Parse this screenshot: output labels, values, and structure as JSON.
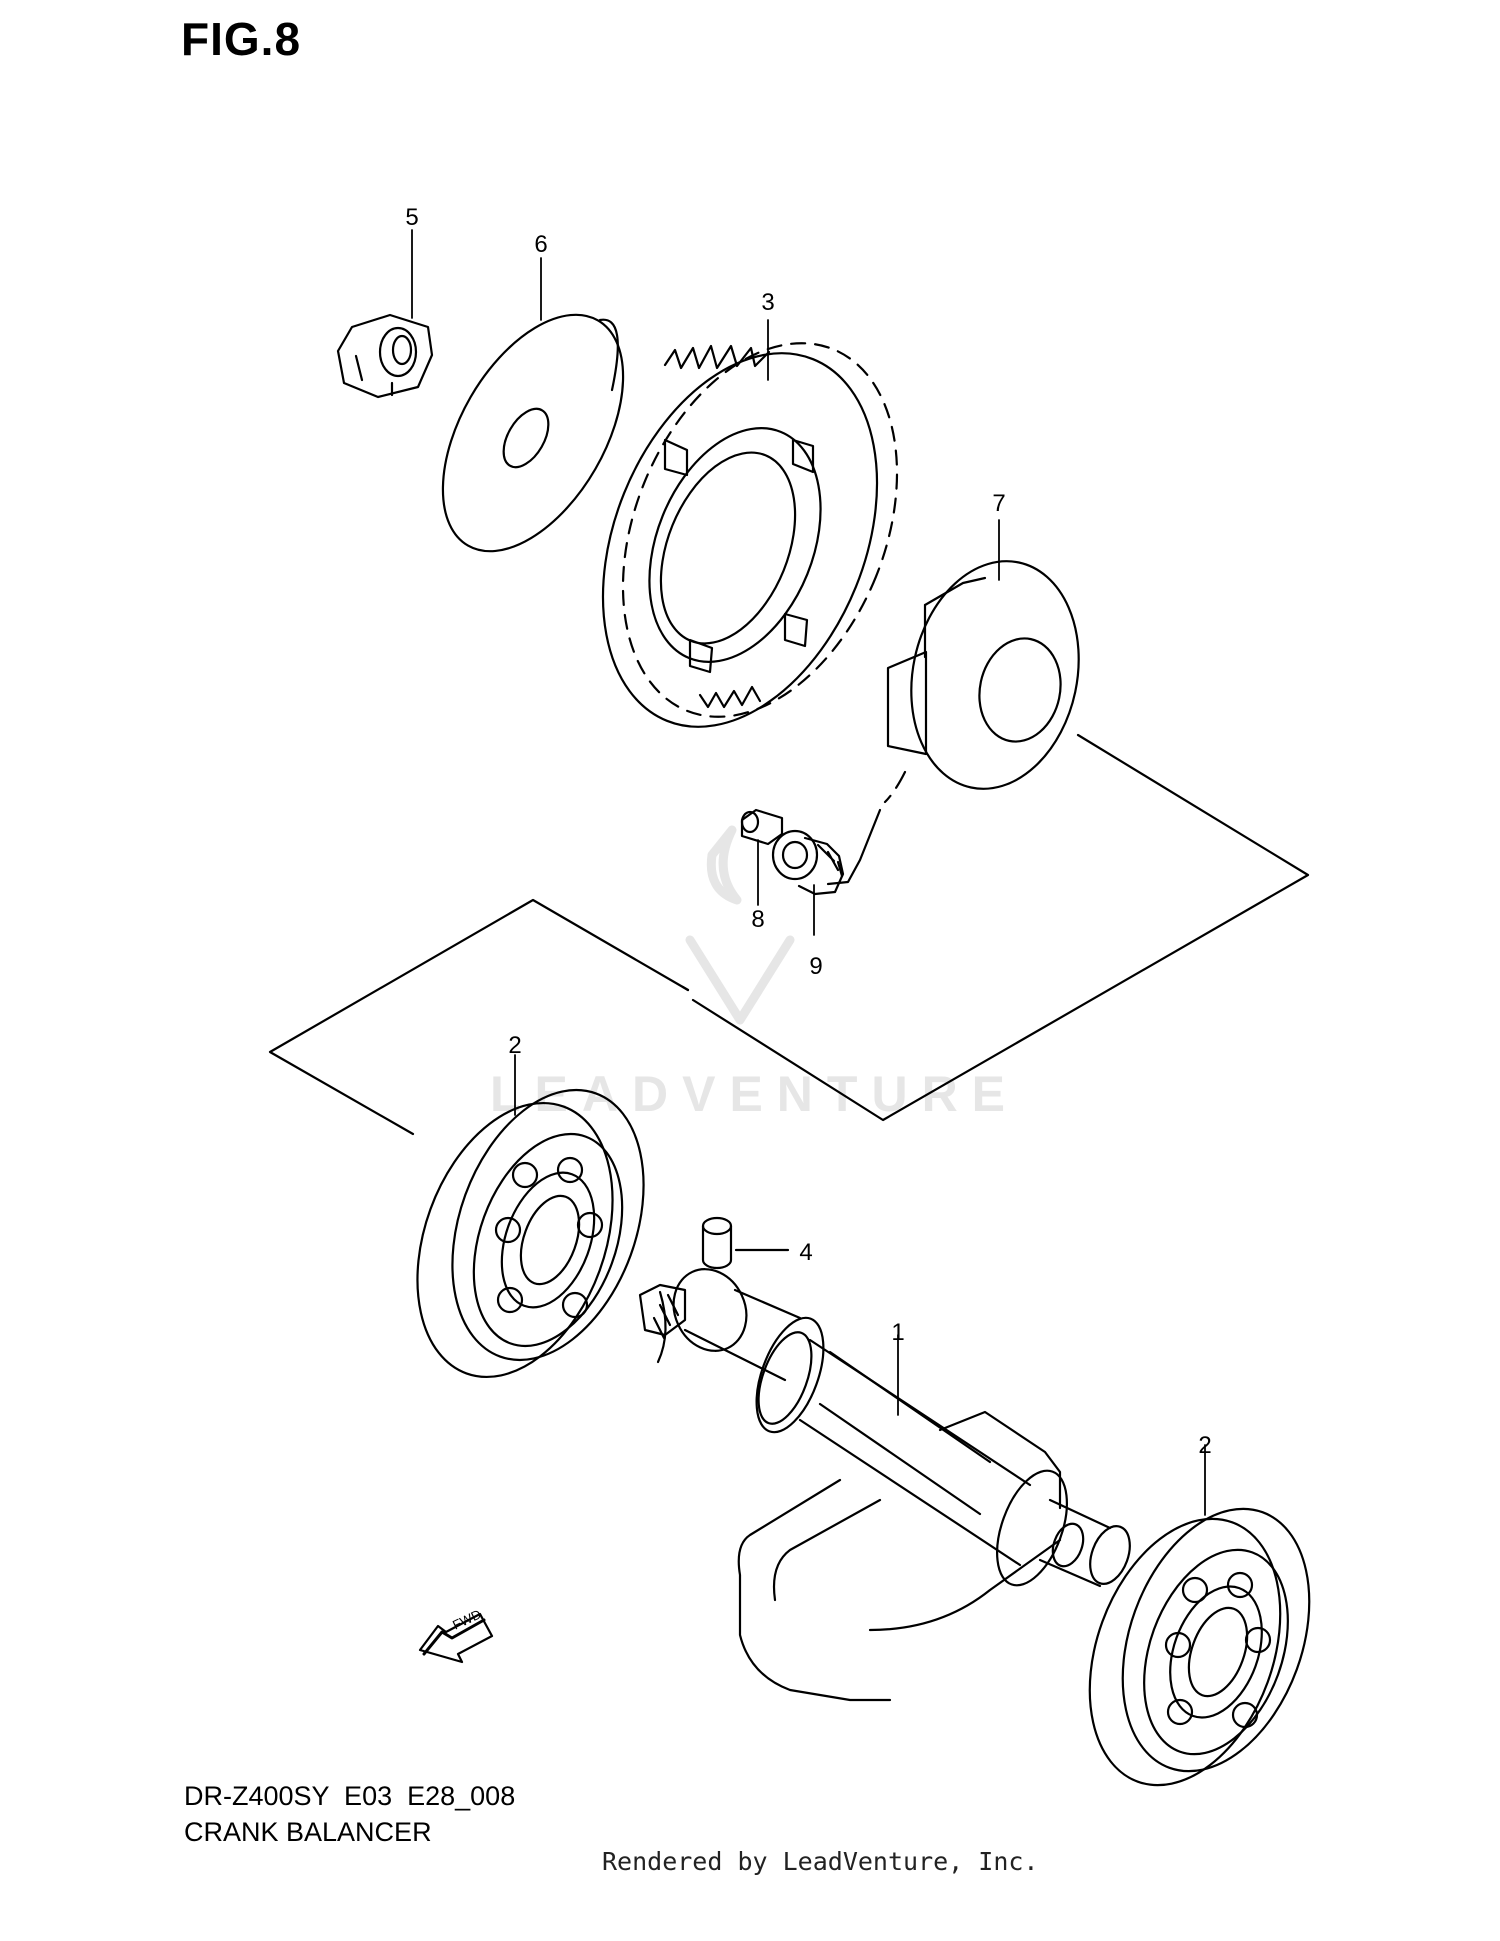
{
  "figure_title": "FIG.8",
  "callouts": [
    {
      "id": "5",
      "label": "5"
    },
    {
      "id": "6",
      "label": "6"
    },
    {
      "id": "3",
      "label": "3"
    },
    {
      "id": "7",
      "label": "7"
    },
    {
      "id": "8",
      "label": "8"
    },
    {
      "id": "9",
      "label": "9"
    },
    {
      "id": "2a",
      "label": "2"
    },
    {
      "id": "4",
      "label": "4"
    },
    {
      "id": "1",
      "label": "1"
    },
    {
      "id": "2b",
      "label": "2"
    }
  ],
  "direction_marker": "FWD",
  "watermark": "LEADVENTURE",
  "footer": {
    "model_code": "DR-Z400SY  E03  E28_008",
    "model_name": "CRANK BALANCER",
    "rendered_by": "Rendered by LeadVenture, Inc."
  }
}
